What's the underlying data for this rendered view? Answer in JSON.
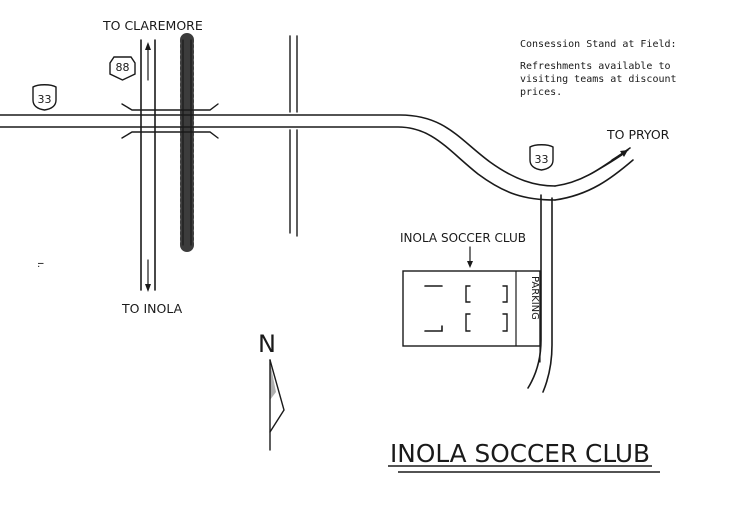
{
  "labels": {
    "to_claremore": "TO CLAREMORE",
    "to_inola": "TO INOLA",
    "to_pryor": "TO PRYOR",
    "north": "N",
    "club_pointer": "INOLA SOCCER CLUB",
    "parking": "PARKING",
    "title": "INOLA SOCCER CLUB"
  },
  "shields": {
    "us33_west": "33",
    "us33_east": "33",
    "sh88": "88"
  },
  "note": {
    "line1": "Consession Stand at Field:",
    "line2": "Refreshments available to",
    "line3": "visiting teams at discount",
    "line4": "prices."
  },
  "stray": {
    "mark": "ı."
  }
}
